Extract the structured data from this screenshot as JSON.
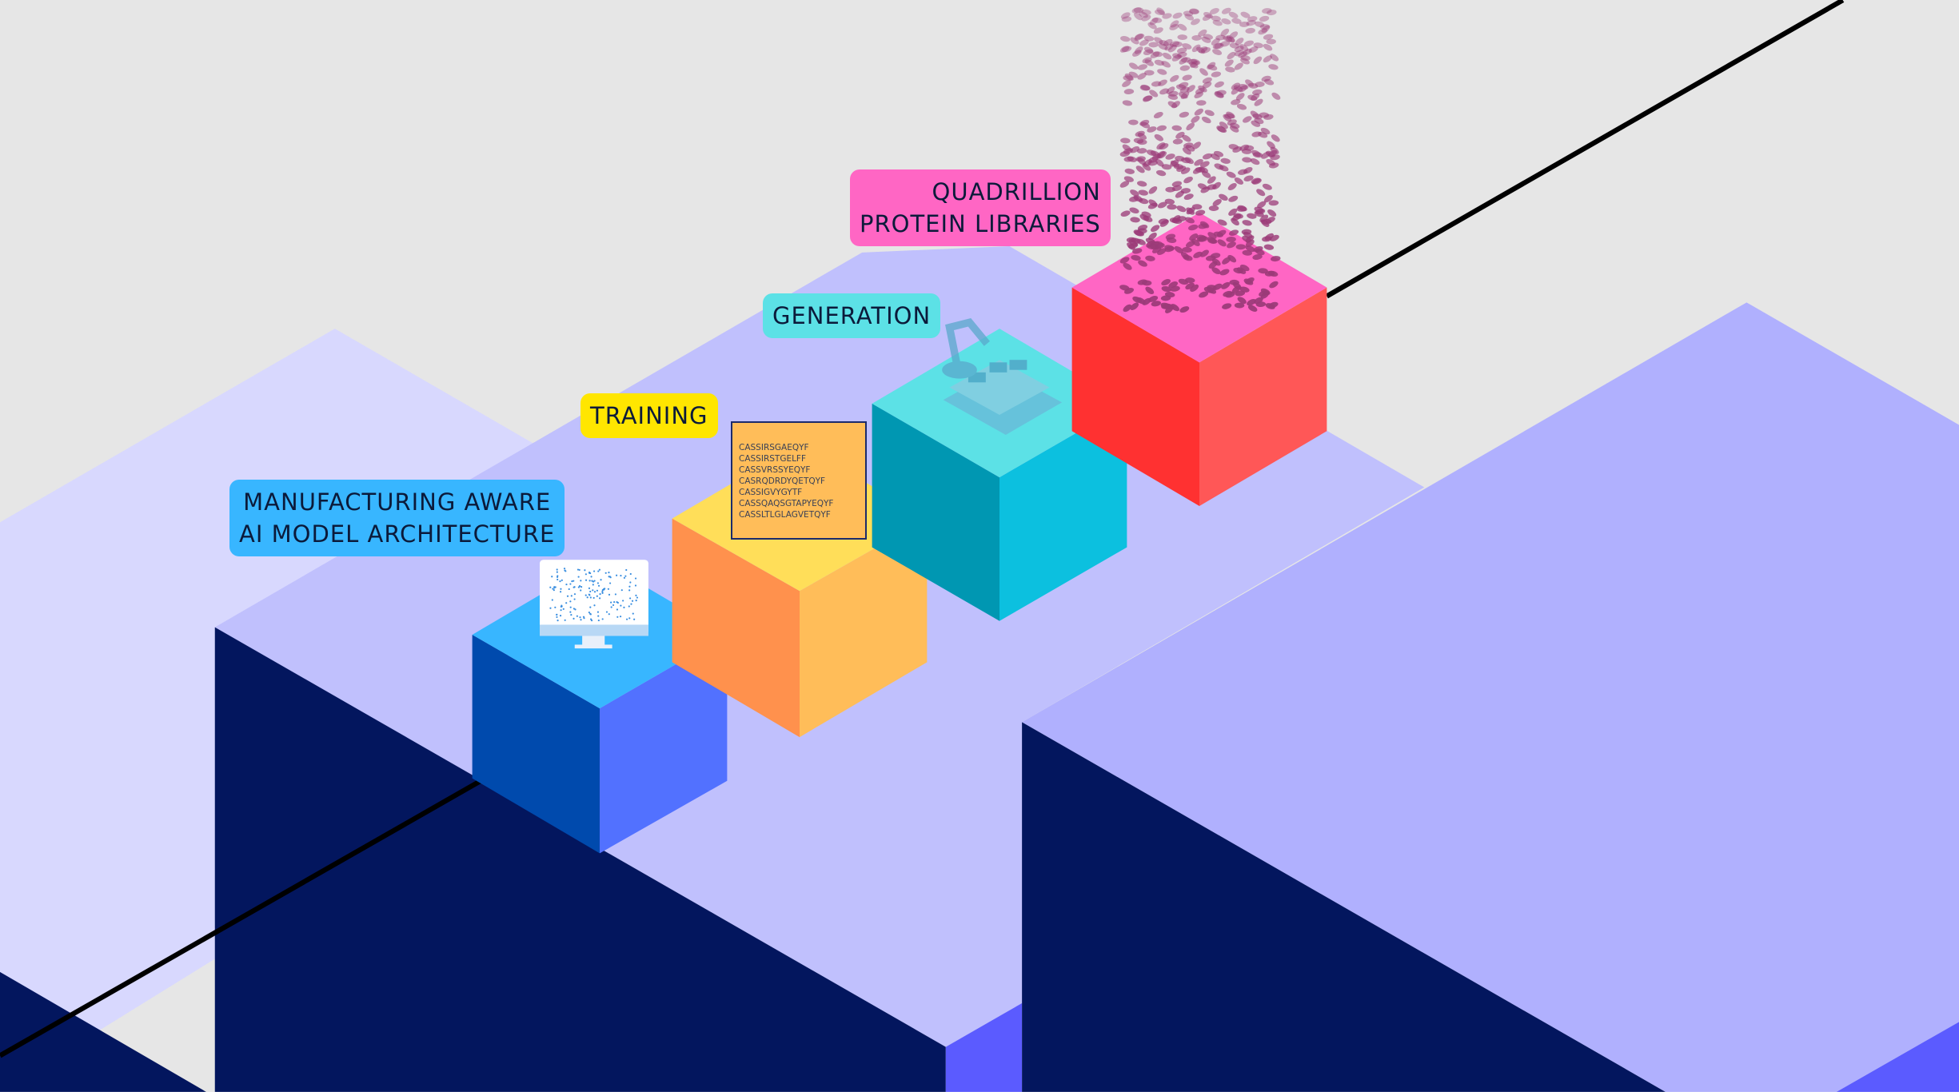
{
  "labels": {
    "architecture": [
      "MANUFACTURING AWARE",
      "AI MODEL ARCHITECTURE"
    ],
    "training": "TRAINING",
    "generation": "GENERATION",
    "libraries": [
      "QUADRILLION",
      "PROTEIN LIBRARIES"
    ]
  },
  "sequences": [
    "CASSIRSGAEQYF",
    "CASSIRSTGELFF",
    "CASSVRSSYEQYF",
    "CASRQDRDYQETQYF",
    "CASSIGVYGYTF",
    "CASSQAQSGTAPYEQYF",
    "CASSLTLGLAGVETQYF"
  ],
  "colors": {
    "architecture": "#38b6ff",
    "training": "#ffe600",
    "generation": "#5ce1e6",
    "libraries": "#ff66c4"
  }
}
